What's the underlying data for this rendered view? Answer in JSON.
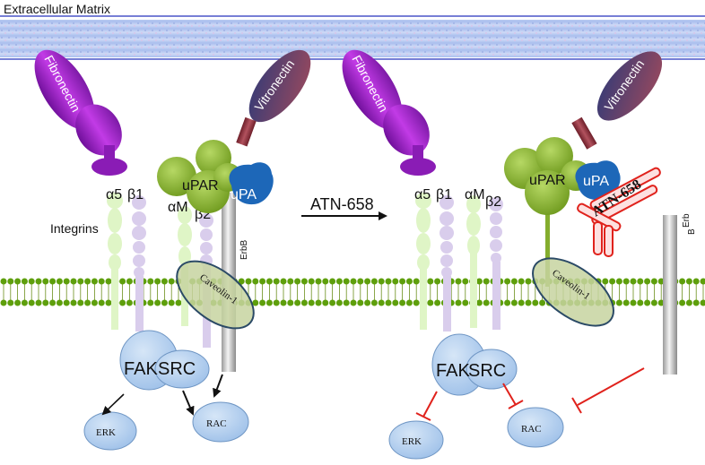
{
  "header": {
    "title": "Extracellular Matrix"
  },
  "left_panel": {
    "fibronectin": "Fibronectin",
    "vitronectin": "Vitronectin",
    "alpha5": "α5",
    "beta1": "β1",
    "alphaM": "αM",
    "beta2": "β2",
    "upar": "uPAR",
    "upa": "uPA",
    "integrins": "Integrins",
    "erbb": "ErbB",
    "caveolin": "Caveolin-1",
    "fak": "FAK",
    "src": "SRC",
    "erk": "ERK",
    "rac": "RAC"
  },
  "arrow": {
    "label": "ATN-658"
  },
  "right_panel": {
    "fibronectin": "Fibronectin",
    "vitronectin": "Vitronectin",
    "alpha5": "α5",
    "beta1": "β1",
    "alphaM": "αM",
    "beta2": "β2",
    "upar": "uPAR",
    "upa": "uPA",
    "antibody": "ATN-658",
    "erb1": "Erb",
    "erb2": "B",
    "caveolin": "Caveolin-1",
    "fak": "FAK",
    "src": "SRC",
    "erk": "ERK",
    "rac": "RAC"
  },
  "colors": {
    "matrix": "#b7c7ee",
    "fibronectin": "#a21cc7",
    "vitronectin": "#3c4a7e",
    "upar": "#84ad2e",
    "upa": "#1d67b8",
    "alpha_chain": "#dff5c6",
    "beta_chain": "#d9cdec",
    "lipid_head": "#5e9f0c",
    "signal_node": "#b9d3f0",
    "inhibit": "#e0221c"
  }
}
